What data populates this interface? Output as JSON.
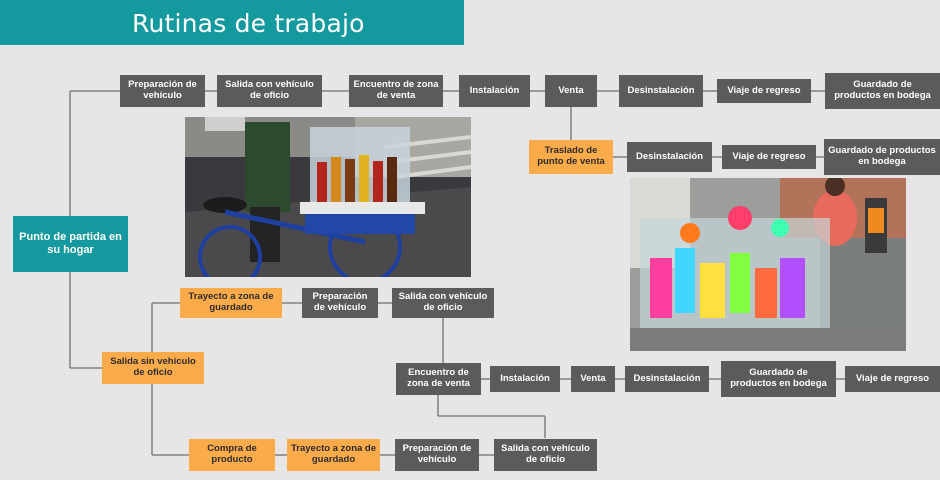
{
  "header": {
    "title": "Rutinas de trabajo"
  },
  "colors": {
    "header": "#14999f",
    "step_gray": "#5b5b5b",
    "step_orange": "#fcab4a",
    "background": "#e6e6e6"
  },
  "start": {
    "label": "Punto de partida en su hogar"
  },
  "route_vehicle": {
    "steps": [
      "Preparación de vehículo",
      "Salida con vehículo de oficio",
      "Encuentro de zona de venta",
      "Instalación",
      "Venta",
      "Desinstalación",
      "Viaje de regreso",
      "Guardado de productos en bodega"
    ],
    "branch": {
      "label": "Traslado de punto de venta",
      "steps": [
        "Desinstalación",
        "Viaje de regreso",
        "Guardado de productos en bodega"
      ]
    }
  },
  "route_no_vehicle": {
    "label": "Salida sin vehículo de oficio",
    "upper": {
      "steps": [
        "Trayecto a zona de guardado",
        "Preparación de vehículo",
        "Salida con vehículo de oficio"
      ]
    },
    "middle": {
      "steps": [
        "Encuentro de zona de venta",
        "Instalación",
        "Venta",
        "Desinstalación",
        "Guardado de productos en bodega",
        "Viaje de regreso"
      ]
    },
    "lower": {
      "steps": [
        "Compra de producto",
        "Trayecto a zona de guardado",
        "Preparación de vehículo",
        "Salida con vehículo de oficio"
      ]
    }
  },
  "photos": [
    {
      "name": "vendor-tricycle-cart-photo"
    },
    {
      "name": "toy-stall-photo"
    }
  ]
}
